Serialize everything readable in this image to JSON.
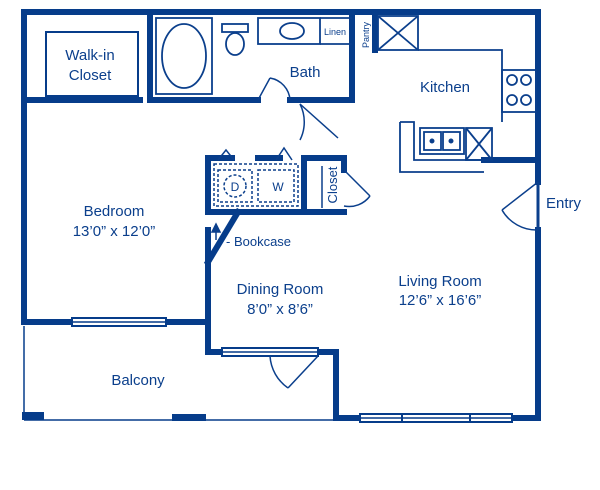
{
  "colors": {
    "wall": "#063C8A",
    "fixture": "#0B3F8C",
    "background": "#ffffff"
  },
  "rooms": {
    "walk_in_closet": [
      "Walk-in",
      "Closet"
    ],
    "bath": "Bath",
    "linen": "Linen",
    "pantry": "Pantry",
    "kitchen": "Kitchen",
    "entry": "Entry",
    "bedroom": "Bedroom",
    "bedroom_size": "13’0” x 12’0”",
    "closet": "Closet",
    "bookcase": "- Bookcase",
    "dining": "Dining Room",
    "dining_size": "8’0” x 8’6”",
    "living": "Living Room",
    "living_size": "12’6” x 16’6”",
    "balcony": "Balcony"
  },
  "appliances": {
    "dryer": "D",
    "washer": "W"
  },
  "icons": [
    "bathtub-icon",
    "toilet-icon",
    "sink-icon",
    "stove-icon",
    "kitchen-sink-icon",
    "door-swing-icon",
    "window-icon"
  ]
}
